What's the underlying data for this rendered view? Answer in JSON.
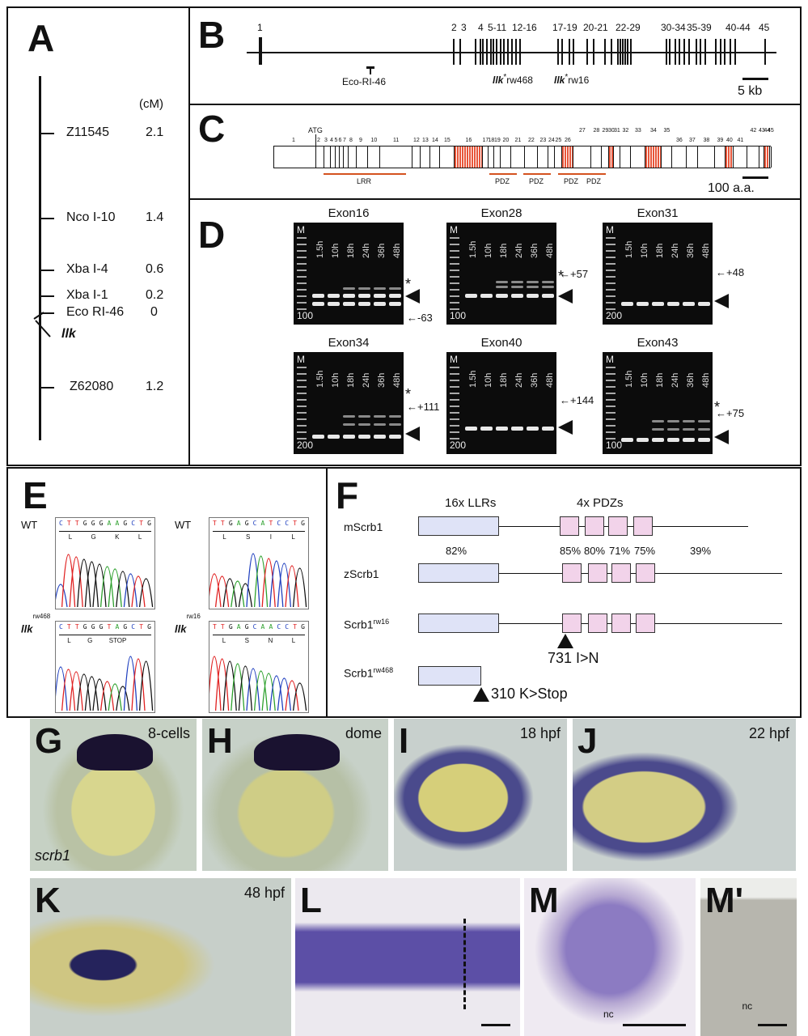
{
  "panels": {
    "A": {
      "label": "A",
      "unit": "(cM)",
      "markers": [
        {
          "name": "Z11545",
          "value": "2.1"
        },
        {
          "name": "Nco I-10",
          "value": "1.4"
        },
        {
          "name": "Xba I-4",
          "value": "0.6"
        },
        {
          "name": "Xba I-1",
          "value": "0.2"
        },
        {
          "name": "Eco RI-46",
          "value": "0"
        },
        {
          "name": "Z62080",
          "value": "1.2"
        }
      ],
      "gene": "llk"
    },
    "B": {
      "label": "B",
      "exon_labels": [
        "1",
        "2",
        "3",
        "4",
        "5-11",
        "12-16",
        "17-19",
        "20-21",
        "22-29",
        "30-34",
        "35-39",
        "40-44",
        "45"
      ],
      "probe": "Eco-RI-46",
      "mutants": [
        {
          "gene": "llk",
          "allele": "rw468"
        },
        {
          "gene": "llk",
          "allele": "rw16"
        }
      ],
      "scale": "5 kb"
    },
    "C": {
      "label": "C",
      "start": "ATG",
      "exon_numbers": [
        "1",
        "2",
        "3",
        "4",
        "5",
        "6",
        "7",
        "8",
        "9",
        "10",
        "11",
        "12",
        "13",
        "14",
        "15",
        "16",
        "17",
        "18",
        "19",
        "20",
        "21",
        "22",
        "23",
        "24",
        "25",
        "26",
        "27",
        "28",
        "29",
        "30",
        "31",
        "32",
        "33",
        "34",
        "35",
        "36",
        "37",
        "38",
        "39",
        "40",
        "41",
        "42",
        "43",
        "44",
        "45"
      ],
      "domains": [
        "LRR",
        "PDZ",
        "PDZ",
        "PDZ",
        "PDZ"
      ],
      "scale": "100 a.a."
    },
    "D": {
      "label": "D",
      "lanes": [
        "M",
        "1.5h",
        "10h",
        "18h",
        "24h",
        "36h",
        "48h"
      ],
      "gels": [
        {
          "title": "Exon16",
          "marker": "100",
          "annotation": "-63",
          "star": "*"
        },
        {
          "title": "Exon28",
          "marker": "100",
          "annotation": "+57",
          "star": "*"
        },
        {
          "title": "Exon31",
          "marker": "200",
          "annotation": "+48",
          "star": ""
        },
        {
          "title": "Exon34",
          "marker": "200",
          "annotation": "+111",
          "star": "*"
        },
        {
          "title": "Exon40",
          "marker": "200",
          "annotation": "+144",
          "star": ""
        },
        {
          "title": "Exon43",
          "marker": "100",
          "annotation": "+75",
          "star": "*"
        }
      ]
    },
    "E": {
      "label": "E",
      "traces": [
        {
          "id": "wt1",
          "genotype": "WT",
          "superscript": "",
          "seq": "CTTGGGAAGCTG",
          "aa": [
            "L",
            "G",
            "K",
            "L"
          ]
        },
        {
          "id": "wt2",
          "genotype": "WT",
          "superscript": "",
          "seq": "TTGAGCATCCTG",
          "aa": [
            "L",
            "S",
            "I",
            "L"
          ]
        },
        {
          "id": "rw468",
          "genotype": "llk",
          "superscript": "rw468",
          "seq": "CTTGGGTAGCTG",
          "aa": [
            "L",
            "G",
            "STOP",
            ""
          ]
        },
        {
          "id": "rw16",
          "genotype": "llk",
          "superscript": "rw16",
          "seq": "TTGAGCAACCTG",
          "aa": [
            "L",
            "S",
            "N",
            "L"
          ]
        }
      ]
    },
    "F": {
      "label": "F",
      "lrr_label": "16x LLRs",
      "pdz_label": "4x PDZs",
      "proteins": [
        {
          "name": "mScrb1",
          "superscript": ""
        },
        {
          "name": "zScrb1",
          "superscript": ""
        },
        {
          "name": "Scrb1",
          "superscript": "rw16"
        },
        {
          "name": "Scrb1",
          "superscript": "rw468"
        }
      ],
      "identities": [
        "82%",
        "85%",
        "80%",
        "71%",
        "75%",
        "39%"
      ],
      "mutation_rw16": "731 I>N",
      "mutation_rw468": "310 K>Stop"
    },
    "photos": [
      {
        "label": "G",
        "stage": "8-cells",
        "gene": "scrb1"
      },
      {
        "label": "H",
        "stage": "dome"
      },
      {
        "label": "I",
        "stage": "18 hpf"
      },
      {
        "label": "J",
        "stage": "22 hpf"
      },
      {
        "label": "K",
        "stage": "48 hpf"
      },
      {
        "label": "L",
        "stage": ""
      },
      {
        "label": "M",
        "stage": "",
        "tag": "nc"
      },
      {
        "label": "M'",
        "stage": "",
        "tag": "nc"
      }
    ]
  },
  "colors": {
    "exon_red": "#e8563a",
    "lrr_fill": "#dfe3f7",
    "pdz_fill": "#f2d3ea",
    "stain": "#3c3a8c"
  }
}
